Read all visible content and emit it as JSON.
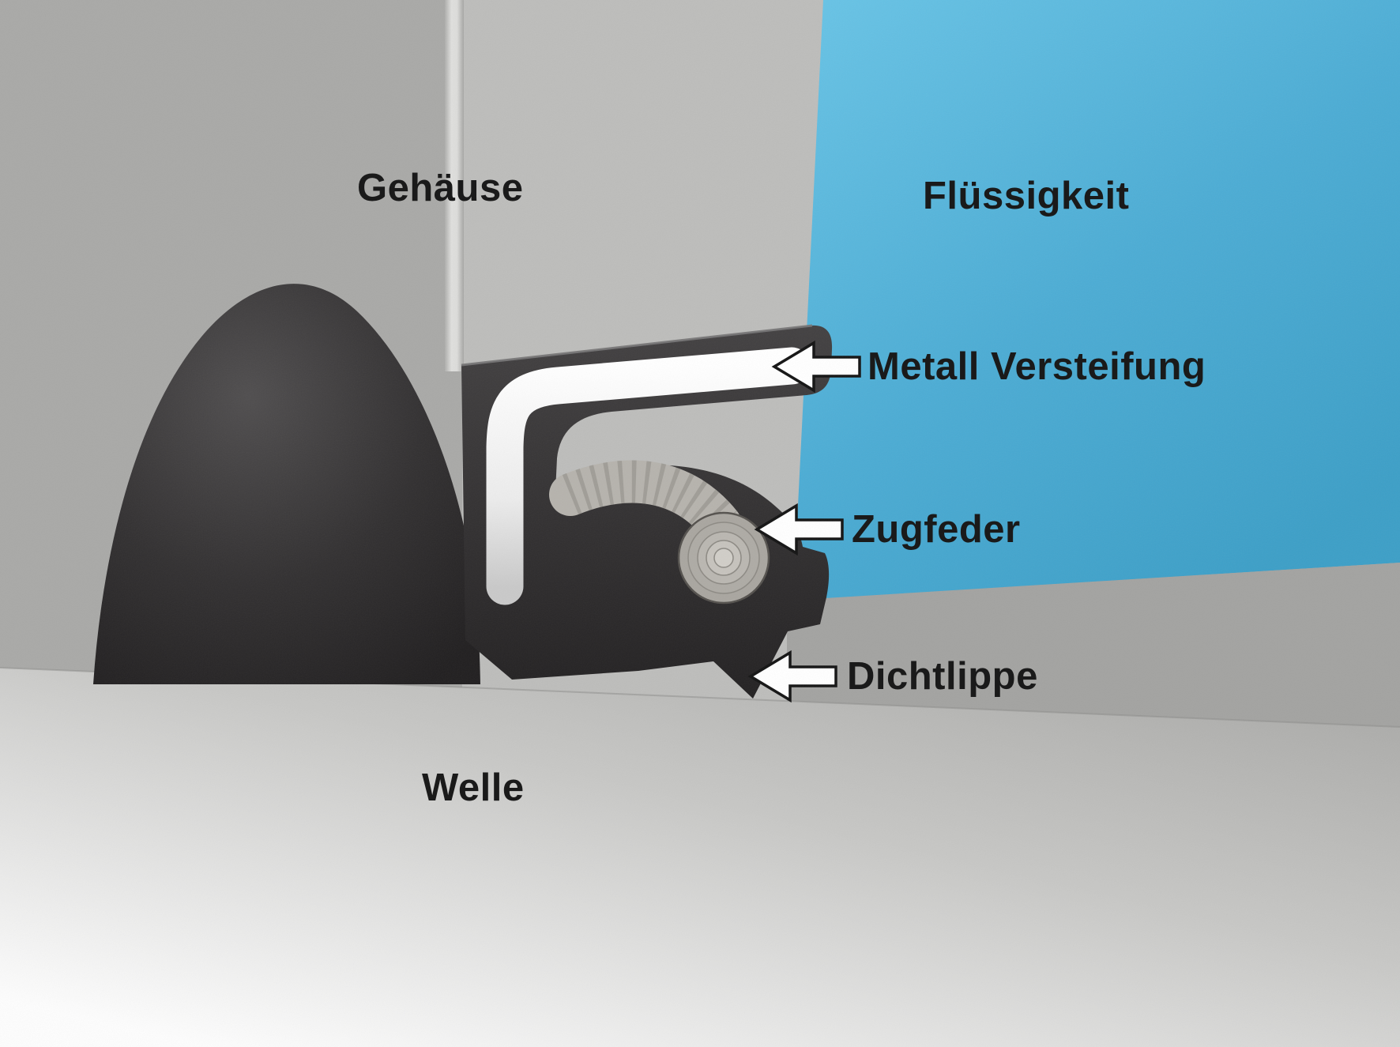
{
  "labels": {
    "housing": "Gehäuse",
    "fluid": "Flüssigkeit",
    "shaft": "Welle"
  },
  "callouts": [
    {
      "label": "Metall Versteifung",
      "icon": "left-arrow-icon"
    },
    {
      "label": "Zugfeder",
      "icon": "left-arrow-icon"
    },
    {
      "label": "Dichtlippe",
      "icon": "left-arrow-icon"
    }
  ],
  "colors": {
    "fluid": "#4fb2d9",
    "housing": "#a9a9a7",
    "housing_front": "#bdbdbb",
    "shaft": "#c8c8c6",
    "seal_rubber": "#2b292a",
    "metal_insert": "#ededed",
    "spring": "#a9a6a0",
    "label_text": "#1a1a1a",
    "arrow_fill": "#ffffff",
    "arrow_outline": "#141414"
  }
}
